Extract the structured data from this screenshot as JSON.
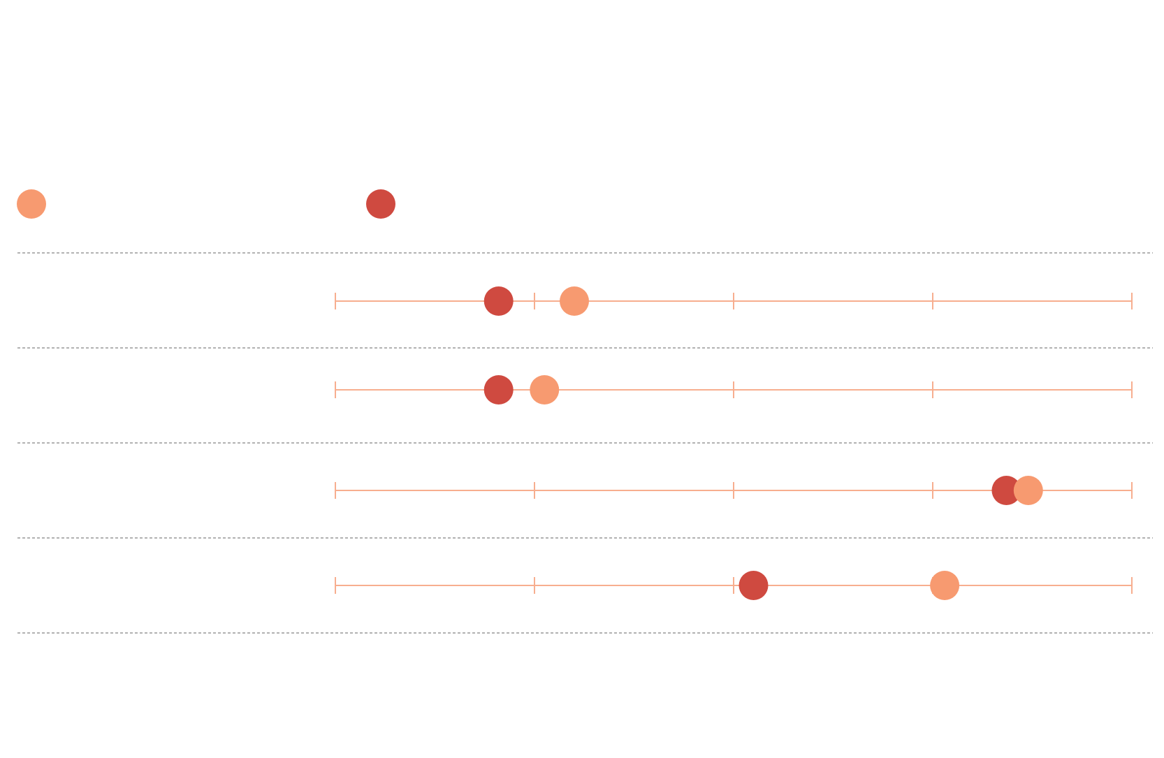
{
  "chart_data": {
    "type": "dot",
    "title": "",
    "legend": {
      "placement": "top",
      "entries": [
        {
          "name": "",
          "color": "#f79a70"
        },
        {
          "name": "",
          "color": "#cf4a40"
        }
      ]
    },
    "xlim": [
      0,
      4
    ],
    "x_ticks": [
      0,
      1,
      2,
      3,
      4
    ],
    "rows": [
      {
        "label": "",
        "x_ticks": [
          0,
          1,
          2,
          3,
          4
        ],
        "light": 1.2,
        "dark": 0.82
      },
      {
        "label": "",
        "x_ticks": [
          0,
          2,
          3,
          4
        ],
        "light": 1.05,
        "dark": 0.82
      },
      {
        "label": "",
        "x_ticks": [
          0,
          1,
          2,
          3,
          4
        ],
        "light": 3.48,
        "dark": 3.37
      },
      {
        "label": "",
        "x_ticks": [
          0,
          1,
          2,
          3,
          4
        ],
        "light": 3.06,
        "dark": 2.1
      }
    ],
    "grid": false,
    "separator_style": "dashed"
  },
  "colors": {
    "light": "#f79a70",
    "dark": "#cf4a40",
    "axis": "#f7ae8f",
    "separator": "#999999"
  }
}
